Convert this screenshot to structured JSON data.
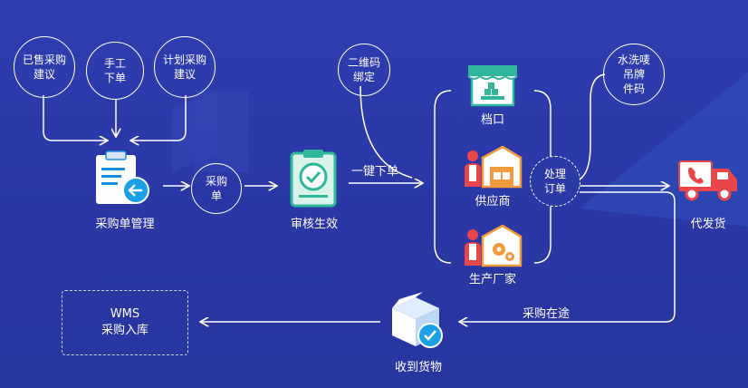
{
  "colors": {
    "background": "#2c3aa6",
    "accent": "#1aa0e8",
    "green": "#2fb69b",
    "orange": "#f39a3c",
    "red": "#e8464b"
  },
  "inputs": [
    {
      "text": "已售采购\n建议"
    },
    {
      "text": "手工\n下单"
    },
    {
      "text": "计划采购\n建议"
    }
  ],
  "purchase_mgmt": {
    "label": "采购单管理",
    "icon": "clipboard-arrow-icon"
  },
  "purchase_order": {
    "text": "采购\n单"
  },
  "review": {
    "label": "审核生效",
    "icon": "clipboard-check-icon"
  },
  "one_click": {
    "label": "一键下单"
  },
  "qr_bind": {
    "text": "二维码\n绑定"
  },
  "suppliers": [
    {
      "label": "档口",
      "icon": "stall-icon"
    },
    {
      "label": "供应商",
      "icon": "supplier-icon"
    },
    {
      "label": "生产厂家",
      "icon": "factory-icon"
    }
  ],
  "process_order": {
    "text": "处理\n订单"
  },
  "wash_tag": {
    "text": "水洗唛\n吊牌\n件码"
  },
  "dropship": {
    "label": "代发货",
    "icon": "truck-icon"
  },
  "in_transit": {
    "label": "采购在途"
  },
  "receive": {
    "label": "收到货物",
    "icon": "box-check-icon"
  },
  "wms": {
    "line1": "WMS",
    "line2": "采购入库"
  }
}
